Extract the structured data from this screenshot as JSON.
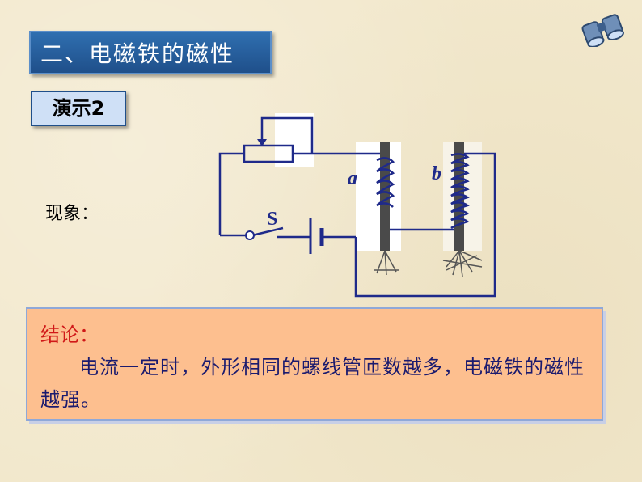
{
  "title": "二、电磁铁的磁性",
  "demo_label": "演示2",
  "phenomenon_label": "现象：",
  "diagram": {
    "switch_label": "S",
    "coil_a_label": "a",
    "coil_b_label": "b"
  },
  "conclusion": {
    "heading": "结论：",
    "text": "电流一定时，外形相同的螺线管匝数越多，电磁铁的磁性越强。"
  },
  "colors": {
    "title_bg": "#2f6fb0",
    "wire": "#1f2a8a",
    "conclusion_bg": "#fdbf8f",
    "heading_text": "#d01818",
    "body_text": "#1a1a6e"
  }
}
